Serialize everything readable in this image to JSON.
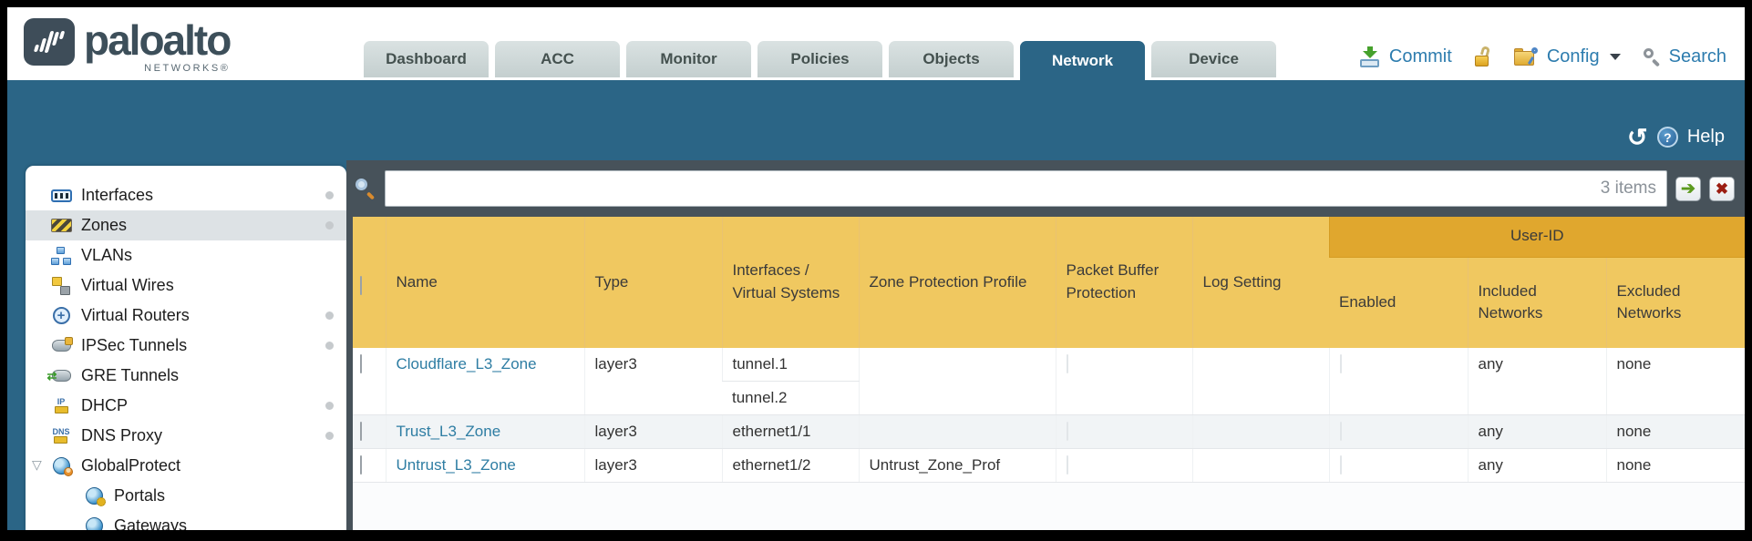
{
  "brand": {
    "logo_text": "paloalto",
    "logo_sub": "NETWORKS®"
  },
  "nav": {
    "tabs": [
      {
        "label": "Dashboard",
        "active": false
      },
      {
        "label": "ACC",
        "active": false
      },
      {
        "label": "Monitor",
        "active": false
      },
      {
        "label": "Policies",
        "active": false
      },
      {
        "label": "Objects",
        "active": false
      },
      {
        "label": "Network",
        "active": true
      },
      {
        "label": "Device",
        "active": false
      }
    ],
    "actions": {
      "commit": "Commit",
      "config": "Config",
      "search": "Search"
    }
  },
  "banner": {
    "help": "Help"
  },
  "sidebar": {
    "items": [
      {
        "label": "Interfaces",
        "icon": "interfaces-icon",
        "dot": true,
        "selected": false
      },
      {
        "label": "Zones",
        "icon": "zones-icon",
        "dot": true,
        "selected": true
      },
      {
        "label": "VLANs",
        "icon": "vlans-icon",
        "dot": false
      },
      {
        "label": "Virtual Wires",
        "icon": "virtual-wires-icon",
        "dot": false
      },
      {
        "label": "Virtual Routers",
        "icon": "virtual-routers-icon",
        "dot": true
      },
      {
        "label": "IPSec Tunnels",
        "icon": "ipsec-tunnels-icon",
        "dot": true
      },
      {
        "label": "GRE Tunnels",
        "icon": "gre-tunnels-icon",
        "dot": false
      },
      {
        "label": "DHCP",
        "icon": "dhcp-icon",
        "dot": true
      },
      {
        "label": "DNS Proxy",
        "icon": "dns-proxy-icon",
        "dot": true
      },
      {
        "label": "GlobalProtect",
        "icon": "globalprotect-icon",
        "dot": false,
        "expanded": true
      },
      {
        "label": "Portals",
        "icon": "portals-icon",
        "dot": false,
        "child": true
      },
      {
        "label": "Gateways",
        "icon": "gateways-icon",
        "dot": false,
        "child": true
      }
    ]
  },
  "toolbar": {
    "filter_value": "",
    "count": "3 items"
  },
  "table": {
    "group_header": "User-ID",
    "columns": {
      "name": "Name",
      "type": "Type",
      "interfaces": "Interfaces / Virtual Systems",
      "zone_protection_profile": "Zone Protection Profile",
      "packet_buffer_protection": "Packet Buffer Protection",
      "log_setting": "Log Setting",
      "enabled": "Enabled",
      "included_networks": "Included Networks",
      "excluded_networks": "Excluded Networks"
    },
    "rows": [
      {
        "name": "Cloudflare_L3_Zone",
        "type": "layer3",
        "interfaces": [
          "tunnel.1",
          "tunnel.2"
        ],
        "zone_protection_profile": "",
        "log_setting": "",
        "included_networks": "any",
        "excluded_networks": "none"
      },
      {
        "name": "Trust_L3_Zone",
        "type": "layer3",
        "interfaces": [
          "ethernet1/1"
        ],
        "zone_protection_profile": "",
        "log_setting": "",
        "included_networks": "any",
        "excluded_networks": "none"
      },
      {
        "name": "Untrust_L3_Zone",
        "type": "layer3",
        "interfaces": [
          "ethernet1/2"
        ],
        "zone_protection_profile": "Untrust_Zone_Prof",
        "log_setting": "",
        "included_networks": "any",
        "excluded_networks": "none"
      }
    ]
  },
  "colors": {
    "band_blue": "#2b6586",
    "slate": "#47525a",
    "header_gold": "#f0c860",
    "group_gold": "#e0a72e",
    "link_blue": "#2e7da3",
    "alt_row": "#f1f4f6"
  }
}
